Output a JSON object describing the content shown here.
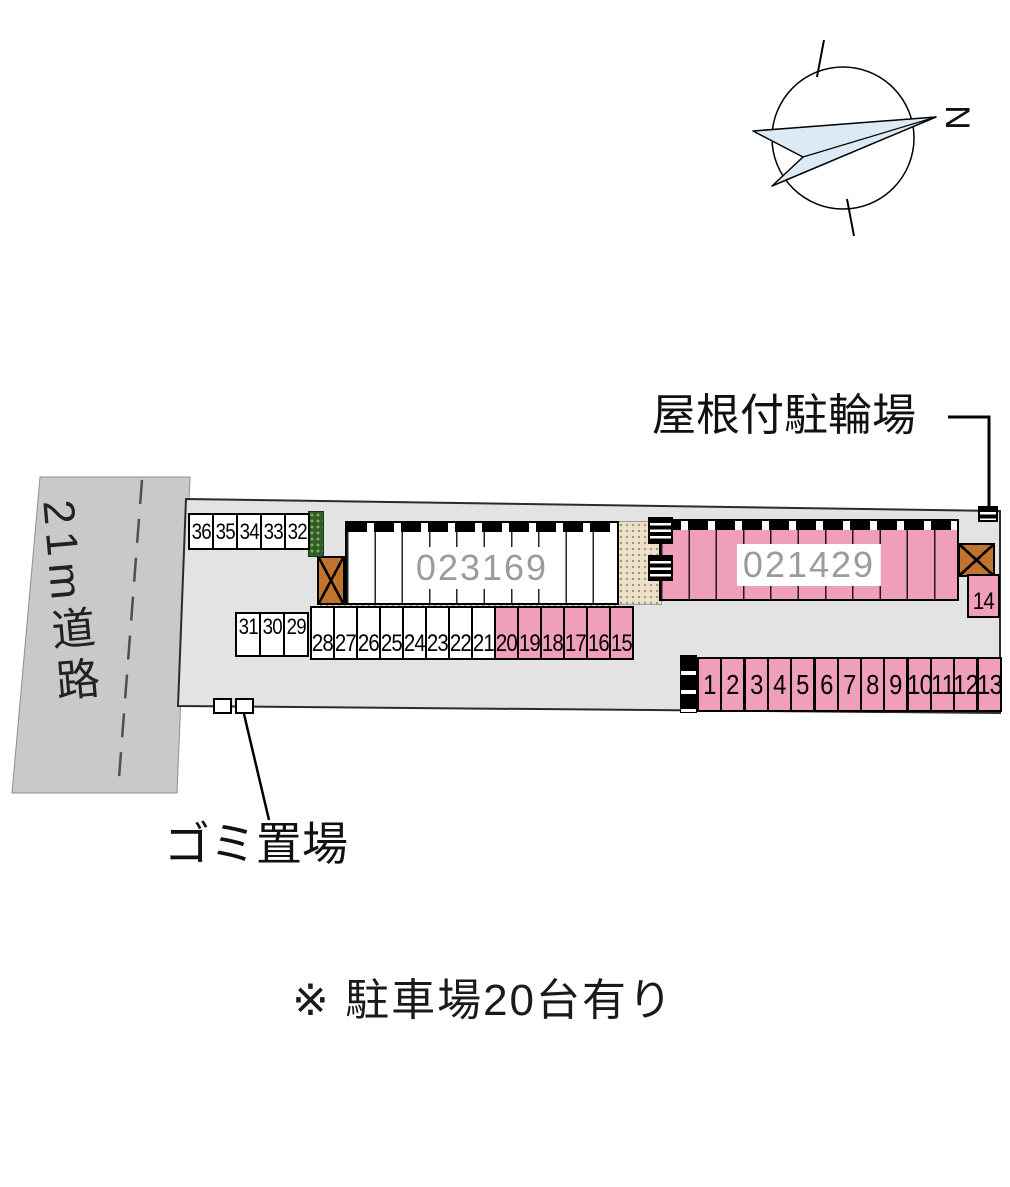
{
  "compass": {
    "label": "N"
  },
  "annotations": {
    "bicycle_parking_label": "屋根付駐輪場",
    "road_label": "21m道路",
    "garbage_label": "ゴミ置場",
    "note": "※ 駐車場20台有り"
  },
  "buildings": [
    {
      "code": "023169",
      "fill": "#ffffff"
    },
    {
      "code": "021429",
      "fill": "#f09fba"
    }
  ],
  "parking": {
    "rows": [
      {
        "name": "row-top-left",
        "numbers": [
          "36",
          "35",
          "34",
          "33",
          "32"
        ],
        "fills": [
          "white",
          "white",
          "white",
          "white",
          "white"
        ]
      },
      {
        "name": "row-left",
        "numbers": [
          "31",
          "30",
          "29"
        ],
        "fills": [
          "white",
          "white",
          "white"
        ]
      },
      {
        "name": "row-middle",
        "numbers": [
          "28",
          "27",
          "26",
          "25",
          "24",
          "23",
          "22",
          "21",
          "20",
          "19",
          "18",
          "17",
          "16",
          "15"
        ],
        "fills": [
          "white",
          "white",
          "white",
          "white",
          "white",
          "white",
          "white",
          "white",
          "pink",
          "pink",
          "pink",
          "pink",
          "pink",
          "pink"
        ]
      },
      {
        "name": "row-bottom",
        "numbers": [
          "1",
          "2",
          "3",
          "4",
          "5",
          "6",
          "7",
          "8",
          "9",
          "10",
          "11",
          "12",
          "13"
        ],
        "fills": [
          "pink",
          "pink",
          "pink",
          "pink",
          "pink",
          "pink",
          "pink",
          "pink",
          "pink",
          "pink",
          "pink",
          "pink",
          "pink"
        ]
      },
      {
        "name": "space-14",
        "numbers": [
          "14"
        ],
        "fills": [
          "pink"
        ]
      }
    ]
  },
  "colors": {
    "road": "#c9c9c9",
    "site": "#e3e3e3",
    "stall_white": "#ffffff",
    "stall_pink": "#f09fba",
    "hatch_orange": "#c0732c",
    "planting_green": "#2f5c28",
    "needle_blue": "#dceaf6"
  }
}
